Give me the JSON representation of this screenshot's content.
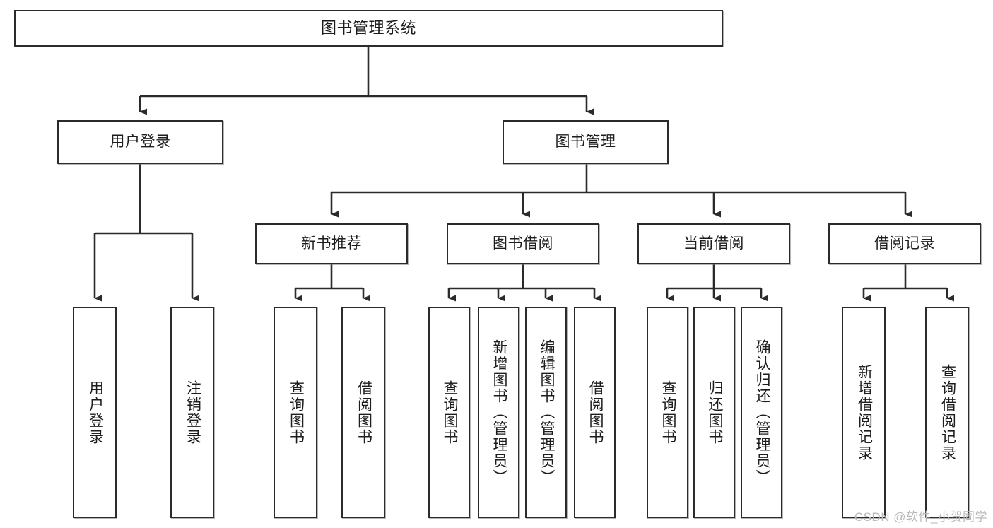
{
  "diagram": {
    "title": "图书管理系统",
    "type": "tree-hierarchy-chart",
    "watermark": "CSDN @软件_小贺同学",
    "line_color": "#2b2b2b",
    "box_fill": "#ffffff",
    "text_color": "#1d1d1d"
  },
  "nodes": {
    "root": {
      "label": "图书管理系统"
    },
    "level2": [
      {
        "label": "用户登录"
      },
      {
        "label": "图书管理"
      }
    ],
    "level3": [
      {
        "label": "新书推荐"
      },
      {
        "label": "图书借阅"
      },
      {
        "label": "当前借阅"
      },
      {
        "label": "借阅记录"
      }
    ],
    "leaves": {
      "user_login": [
        {
          "label": "用户登录"
        },
        {
          "label": "注销登录"
        }
      ],
      "new_book": [
        {
          "label": "查询图书"
        },
        {
          "label": "借阅图书"
        }
      ],
      "book_borrow": [
        {
          "label": "查询图书"
        },
        {
          "label": "新增图书（管理员）"
        },
        {
          "label": "编辑图书（管理员）"
        },
        {
          "label": "借阅图书"
        }
      ],
      "current_borrow": [
        {
          "label": "查询图书"
        },
        {
          "label": "归还图书"
        },
        {
          "label": "确认归还（管理员）"
        }
      ],
      "borrow_record": [
        {
          "label": "新增借阅记录"
        },
        {
          "label": "查询借阅记录"
        }
      ]
    }
  }
}
